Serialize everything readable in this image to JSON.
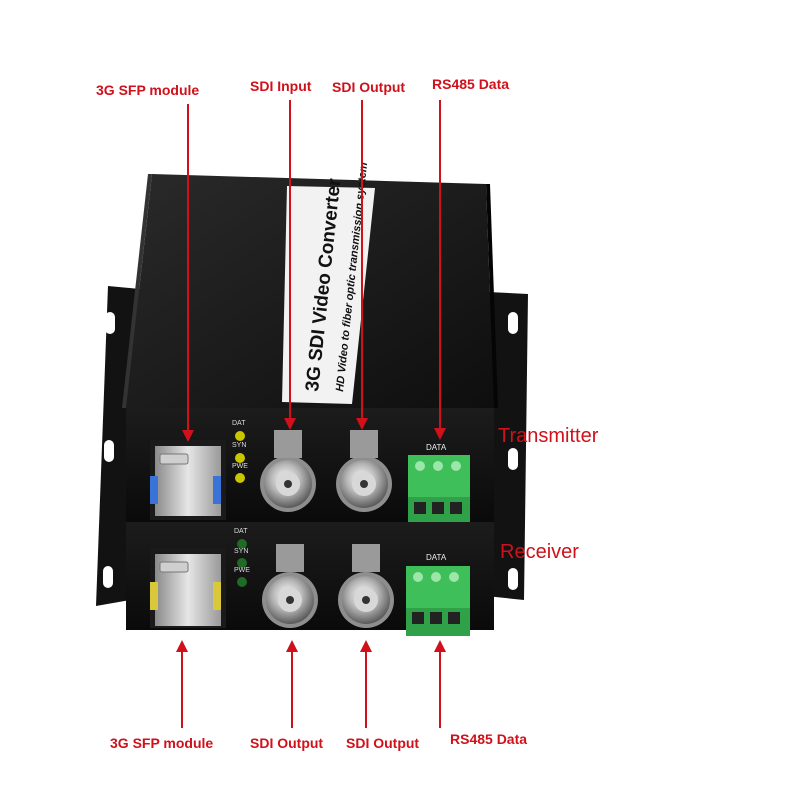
{
  "top_callouts": {
    "sfp": "3G SFP module",
    "sdi_input": "SDI Input",
    "sdi_output": "SDI Output",
    "rs485": "RS485 Data"
  },
  "bottom_callouts": {
    "sfp": "3G SFP module",
    "sdi_output_1": "SDI Output",
    "sdi_output_2": "SDI Output",
    "rs485": "RS485 Data"
  },
  "units": {
    "transmitter": "Transmitter",
    "receiver": "Receiver"
  },
  "device": {
    "title": "3G SDI Video Converter",
    "subtitle": "HD Video to fiber optic  transmission system",
    "led_labels": [
      "DAT",
      "SYN",
      "PWE"
    ],
    "terminal_label": "DATA"
  },
  "colors": {
    "callout": "#d0101a",
    "chassis": "#161616",
    "terminal_green": "#3fbf5a",
    "led_top": "#c9c600",
    "led_bottom": "#1f6a25"
  }
}
